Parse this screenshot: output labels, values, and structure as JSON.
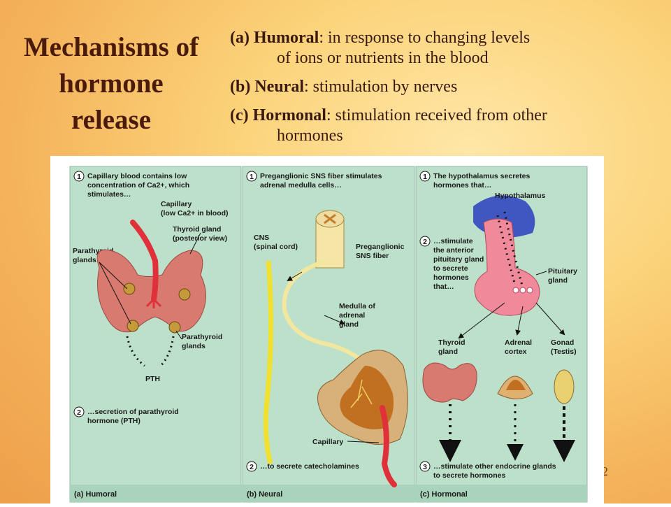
{
  "slide": {
    "title": [
      "Mechanisms of",
      "hormone",
      "release"
    ],
    "bullets": [
      {
        "key": "(a) Humoral",
        "text_first": ": in response to changing levels",
        "text_cont": "of ions or nutrients in the blood"
      },
      {
        "key": "(b) Neural",
        "text_first": ": stimulation by nerves",
        "text_cont": ""
      },
      {
        "key": "(c) Hormonal",
        "text_first": ": stimulation received from other",
        "text_cont": "hormones"
      }
    ],
    "page_number": "12"
  },
  "figure": {
    "humoral": {
      "step1_num": "1",
      "step1": [
        "Capillary blood contains low",
        "concentration of Ca2+, which",
        "stimulates…"
      ],
      "capillary": [
        "Capillary",
        "(low Ca2+ in blood)"
      ],
      "thyroid": [
        "Thyroid gland",
        "(posterior view)"
      ],
      "parathyroid_left": [
        "Parathyroid",
        "glands"
      ],
      "parathyroid_right": [
        "Parathyroid",
        "glands"
      ],
      "pth": "PTH",
      "step2_num": "2",
      "step2": [
        "…secretion of parathyroid",
        "hormone (PTH)"
      ],
      "panel_label": "(a) Humoral"
    },
    "neural": {
      "step1_num": "1",
      "step1": [
        "Preganglionic SNS fiber stimulates",
        "adrenal medulla cells…"
      ],
      "cns": [
        "CNS",
        "(spinal cord)"
      ],
      "fiber": [
        "Preganglionic",
        "SNS fiber"
      ],
      "medulla": [
        "Medulla of",
        "adrenal",
        "gland"
      ],
      "capillary": "Capillary",
      "step2_num": "2",
      "step2": "…to secrete catecholamines",
      "panel_label": "(b) Neural"
    },
    "hormonal": {
      "step1_num": "1",
      "step1": [
        "The hypothalamus secretes",
        "hormones that…"
      ],
      "hypothalamus": "Hypothalamus",
      "step2_num": "2",
      "step2": [
        "…stimulate",
        "the anterior",
        "pituitary gland",
        "to secrete",
        "hormones",
        "that…"
      ],
      "pituitary": [
        "Pituitary",
        "gland"
      ],
      "thyroid": [
        "Thyroid",
        "gland"
      ],
      "adrenal": [
        "Adrenal",
        "cortex"
      ],
      "gonad": [
        "Gonad",
        "(Testis)"
      ],
      "step3_num": "3",
      "step3": [
        "…stimulate other endocrine glands",
        "to secrete hormones"
      ],
      "panel_label": "(c) Hormonal"
    }
  }
}
